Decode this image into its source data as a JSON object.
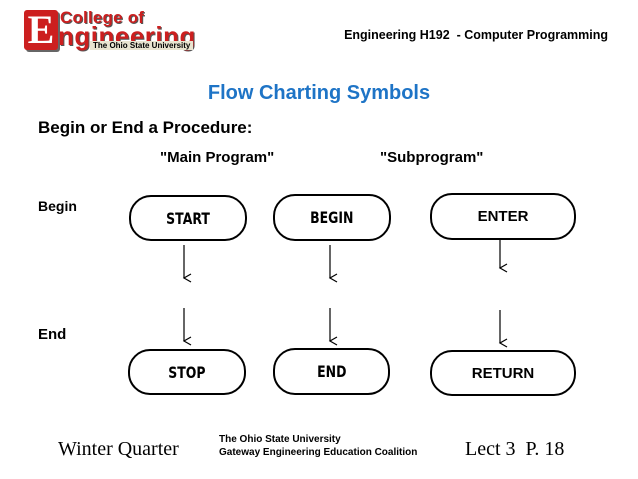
{
  "logo": {
    "letter": "E",
    "college": "College of",
    "engineering": "ngineering",
    "university": "The Ohio State University"
  },
  "header": {
    "course": "Engineering H192  - Computer Programming"
  },
  "slide": {
    "title": "Flow Charting Symbols",
    "section": "Begin or End a Procedure:",
    "columns": {
      "main": "\"Main Program\"",
      "sub": "\"Subprogram\""
    },
    "rows": {
      "begin": "Begin",
      "end": "End"
    },
    "symbols": {
      "start": "START",
      "begin": "BEGIN",
      "enter": "ENTER",
      "stop": "STOP",
      "end": "END",
      "return": "RETURN"
    }
  },
  "footer": {
    "left": "Winter Quarter",
    "university": "The Ohio State University",
    "coalition": "Gateway Engineering Education Coalition",
    "right": "Lect 3  P. 18"
  },
  "colors": {
    "title": "#1e74c6",
    "logo_red": "#cc1f1f"
  },
  "icons": [
    "college-of-engineering-logo",
    "down-arrow-icon"
  ]
}
